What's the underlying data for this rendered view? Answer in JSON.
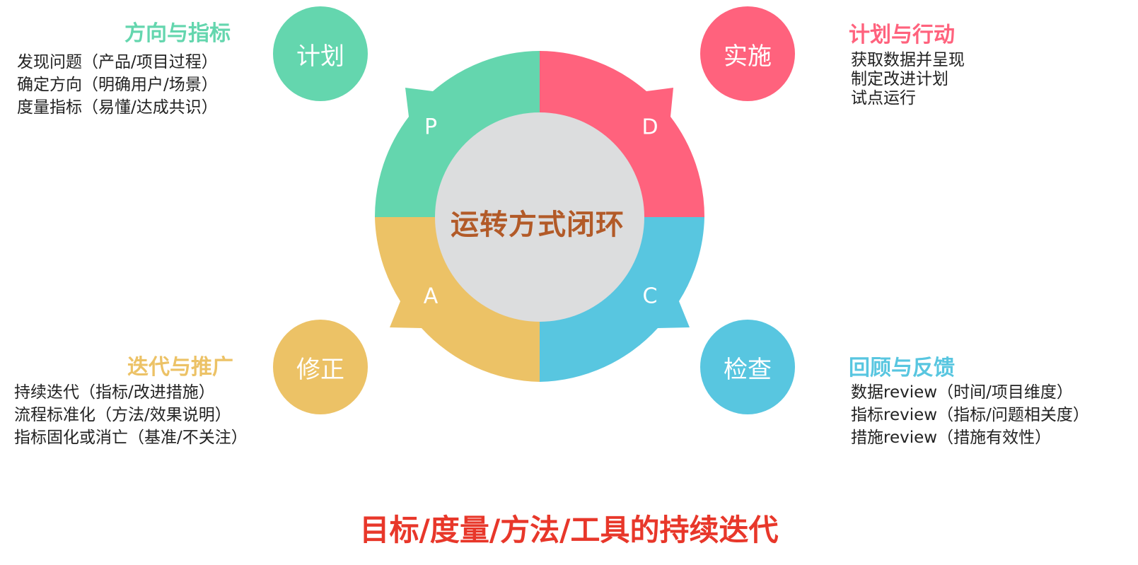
{
  "center": {
    "label": "运转方式闭环",
    "color": "#B25A28",
    "fill": "#DCDDDE"
  },
  "quadrants": {
    "plan": {
      "letter": "P",
      "circle_label": "计划",
      "title": "方向与指标",
      "color": "#64D6AE",
      "items": [
        "发现问题（产品/项目过程）",
        "确定方向（明确用户/场景）",
        "度量指标（易懂/达成共识）"
      ]
    },
    "do": {
      "letter": "D",
      "circle_label": "实施",
      "title": "计划与行动",
      "color": "#FF627D",
      "items": [
        "获取数据并呈现",
        "制定改进计划",
        "试点运行"
      ]
    },
    "check": {
      "letter": "C",
      "circle_label": "检查",
      "title": "回顾与反馈",
      "color": "#58C6E0",
      "items": [
        "数据review（时间/项目维度）",
        "指标review（指标/问题相关度）",
        "措施review（措施有效性）"
      ]
    },
    "act": {
      "letter": "A",
      "circle_label": "修正",
      "title": "迭代与推广",
      "color": "#ECC266",
      "items": [
        "持续迭代（指标/改进措施）",
        "流程标准化（方法/效果说明）",
        "指标固化或消亡（基准/不关注）"
      ]
    }
  },
  "footer": {
    "text": "目标/度量/方法/工具的持续迭代",
    "color": "#E8372A"
  }
}
